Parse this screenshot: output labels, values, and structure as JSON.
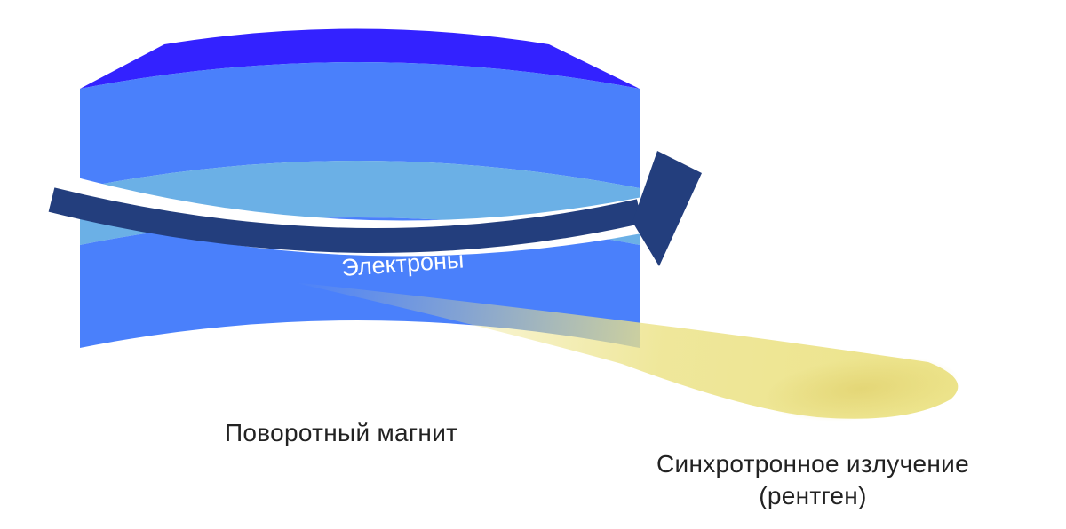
{
  "diagram": {
    "electrons_label": "Электроны",
    "magnet_label": "Поворотный магнит",
    "radiation_label_line1": "Синхротронное излучение",
    "radiation_label_line2": "(рентген)"
  },
  "colors": {
    "magnet_top_face": "#3322ff",
    "magnet_side": "#4a80fb",
    "magnet_gap": "#6bb0e6",
    "electron_arrow": "#233e7d",
    "radiation_beam": "#ece389",
    "label_text": "#222222"
  }
}
